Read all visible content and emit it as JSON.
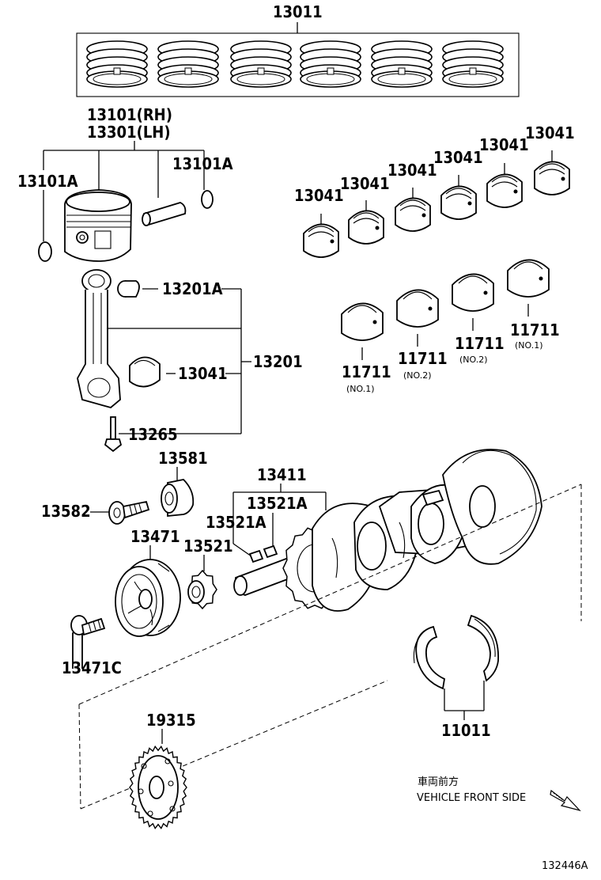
{
  "diagram_id": "132446A",
  "direction_note": {
    "jp": "車両前方",
    "en": "VEHICLE FRONT SIDE"
  },
  "labels": {
    "ring_set": "13011",
    "piston_rh": "13101(RH)",
    "piston_lh": "13301(LH)",
    "snap_ring_left": "13101A",
    "snap_ring_right": "13101A",
    "rod_bushing": "13201A",
    "rod_bearing": "13041",
    "rod_assy": "13201",
    "rod_bolt": "13265",
    "main_bearing_1": "13041",
    "main_bearing_2": "13041",
    "main_bearing_3": "13041",
    "main_bearing_4": "13041",
    "main_bearing_5": "13041",
    "main_bearing_6": "13041",
    "lower_bearing_1": "11711",
    "lower_bearing_1_note": "(NO.1)",
    "lower_bearing_2": "11711",
    "lower_bearing_2_note": "(NO.2)",
    "lower_bearing_3": "11711",
    "lower_bearing_3_note": "(NO.2)",
    "lower_bearing_4": "11711",
    "lower_bearing_4_note": "(NO.1)",
    "plate_washer": "13581",
    "pulley_bolt": "13582",
    "crankshaft": "13411",
    "key_a": "13521A",
    "key_b": "13521A",
    "pulley": "13471",
    "timing_gear": "13521",
    "pulley_bolt_c": "13471C",
    "thrust_washer_set": "11011",
    "sensor_plate": "19315"
  }
}
